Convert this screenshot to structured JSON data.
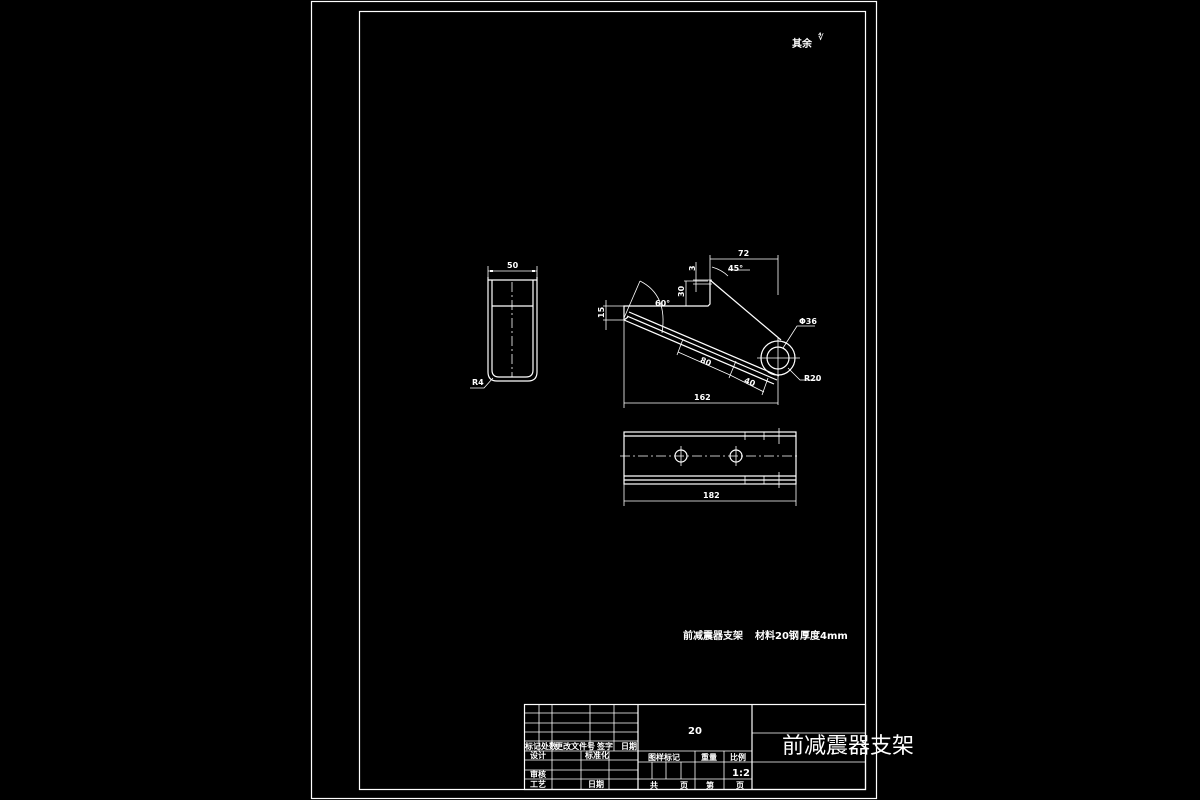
{
  "drawing": {
    "corner_mark": "其余",
    "corner_mark_symbol": "∜",
    "note": {
      "part_name": "前减震器支架",
      "material": "材料20钢",
      "thickness": "厚度4mm"
    },
    "side_view": {
      "width_dim": "50",
      "radius_dim": "R4"
    },
    "front_view": {
      "dim_72": "72",
      "dim_45deg": "45°",
      "dim_3": "3",
      "dim_30": "30",
      "dim_15": "15",
      "dim_60deg": "60°",
      "dim_80": "80",
      "dim_40": "40",
      "dim_162": "162",
      "dim_hole": "Φ36",
      "dim_radius": "R20"
    },
    "top_view": {
      "dim_length": "182"
    }
  },
  "title_block": {
    "part_number_field": "20",
    "title": "前减震器支架",
    "rev_headers": [
      "标记处数",
      "更改文件号",
      "签字",
      "日期"
    ],
    "design_label": "设计",
    "standard_label": "标准化",
    "review_label": "审核",
    "process_label": "工艺",
    "date_label": "日期",
    "stage_label": "图样标记",
    "weight_label": "重量",
    "scale_label": "比例",
    "scale_value": "1:2",
    "total_label": "共",
    "page_label": "页",
    "sheet_label": "第",
    "page_label2": "页"
  }
}
